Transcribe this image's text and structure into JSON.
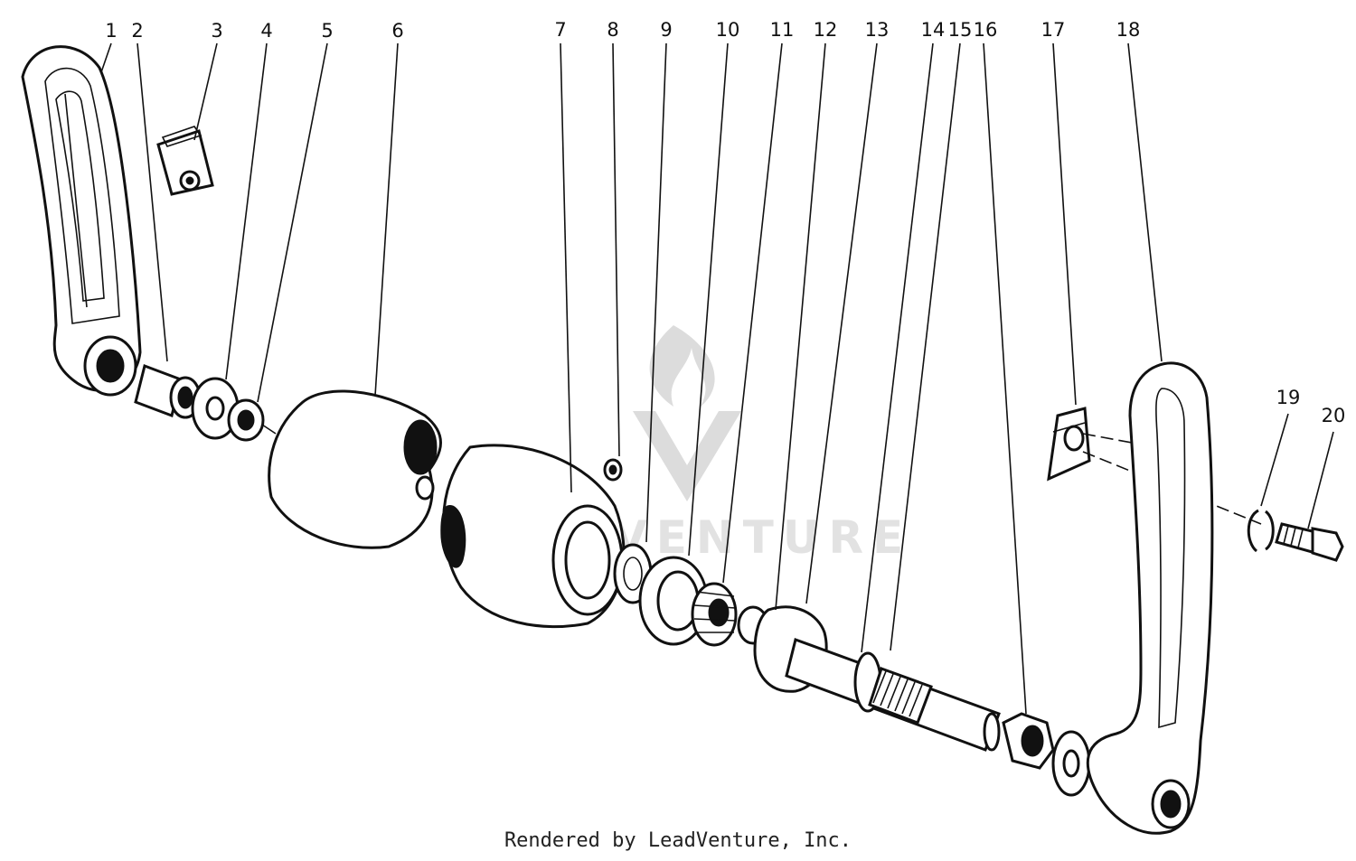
{
  "diagram": {
    "callouts": [
      "1",
      "2",
      "3",
      "4",
      "5",
      "6",
      "7",
      "8",
      "9",
      "10",
      "11",
      "12",
      "13",
      "14",
      "15",
      "16",
      "17",
      "18",
      "19",
      "20"
    ],
    "watermark_text": "LEADVENTURE",
    "footer": "Rendered by LeadVenture, Inc."
  }
}
